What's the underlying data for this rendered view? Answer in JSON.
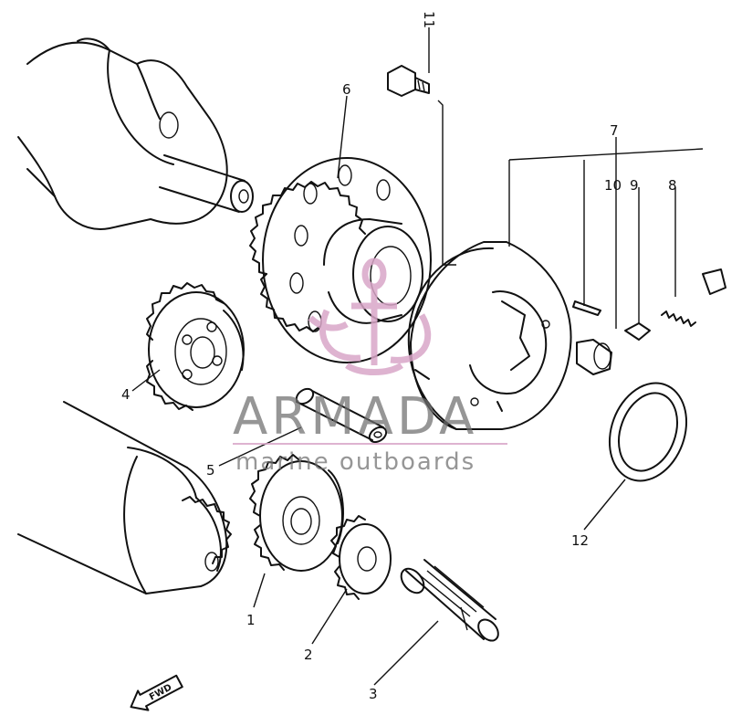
{
  "watermark": {
    "title": "ARMADA",
    "subtitle": "marine outboards",
    "logo_color": "#d9a6c8",
    "text_color": "#6e6e6e"
  },
  "direction_marker": {
    "text": "FWD",
    "icon": "arrow-left-icon"
  },
  "callouts": [
    {
      "id": "1",
      "label": "1"
    },
    {
      "id": "2",
      "label": "2"
    },
    {
      "id": "3",
      "label": "3"
    },
    {
      "id": "4",
      "label": "4"
    },
    {
      "id": "5",
      "label": "5"
    },
    {
      "id": "6",
      "label": "6"
    },
    {
      "id": "7",
      "label": "7"
    },
    {
      "id": "8",
      "label": "8"
    },
    {
      "id": "9",
      "label": "9"
    },
    {
      "id": "10",
      "label": "10"
    },
    {
      "id": "11",
      "label": "11"
    },
    {
      "id": "12",
      "label": "12"
    }
  ]
}
